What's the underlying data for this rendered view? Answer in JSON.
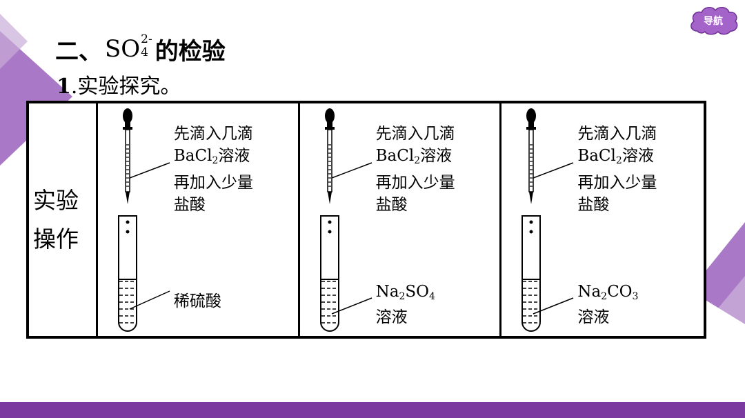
{
  "nav": {
    "label": "导航"
  },
  "title": {
    "prefix": "二、",
    "formula_base": "SO",
    "formula_sub": "4",
    "formula_sup": "2-",
    "suffix": "的检验"
  },
  "subtitle": {
    "number": "1",
    "text": ".实验探究。"
  },
  "table": {
    "row_header_line1": "实验",
    "row_header_line2": "操作",
    "reagent_lines": [
      "先滴入几滴",
      "BaCl",
      "2",
      "溶液",
      "再加入少量",
      "盐酸"
    ],
    "cells": [
      {
        "solution_line1": "稀硫酸",
        "solution_line2": ""
      },
      {
        "solution_base": "Na",
        "solution_sub1": "2",
        "solution_mid": "SO",
        "solution_sub2": "4",
        "solution_line2": "溶液"
      },
      {
        "solution_base": "Na",
        "solution_sub1": "2",
        "solution_mid": "CO",
        "solution_sub2": "3",
        "solution_line2": "溶液"
      }
    ]
  },
  "colors": {
    "accent": "#7a3aa0",
    "decor_light": "#c7a9d6",
    "decor_dark": "#8a4fae"
  }
}
